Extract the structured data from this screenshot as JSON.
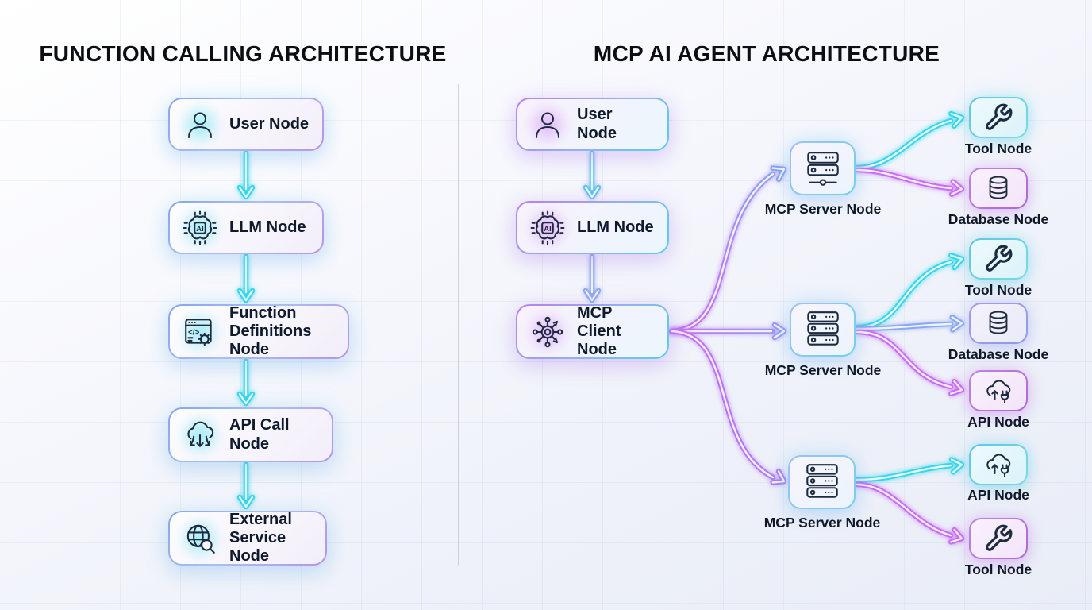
{
  "titles": {
    "left": "FUNCTION CALLING ARCHITECTURE",
    "right": "MCP AI AGENT ARCHITECTURE"
  },
  "left_flow": {
    "nodes": [
      {
        "label": "User Node",
        "icon": "user-icon"
      },
      {
        "label": "LLM Node",
        "icon": "ai-brain-chip-icon"
      },
      {
        "label": "Function Definitions Node",
        "icon": "code-window-gear-icon"
      },
      {
        "label": "API Call Node",
        "icon": "cloud-arrows-icon"
      },
      {
        "label": "External Service Node",
        "icon": "globe-search-icon"
      }
    ]
  },
  "right_flow": {
    "chain": [
      {
        "label": "User Node",
        "icon": "user-icon"
      },
      {
        "label": "LLM Node",
        "icon": "ai-brain-chip-icon"
      },
      {
        "label": "MCP Client Node",
        "icon": "network-hub-icon"
      }
    ],
    "servers": [
      {
        "label": "MCP Server Node",
        "icon": "server-rack-icon"
      },
      {
        "label": "MCP Server Node",
        "icon": "server-rack-icon"
      },
      {
        "label": "MCP Server Node",
        "icon": "server-rack-icon"
      }
    ],
    "leaves": [
      {
        "label": "Tool Node",
        "icon": "wrench-icon",
        "accent": "cyan"
      },
      {
        "label": "Database Node",
        "icon": "database-icon",
        "accent": "purple"
      },
      {
        "label": "Tool Node",
        "icon": "wrench-icon",
        "accent": "cyan"
      },
      {
        "label": "Database Node",
        "icon": "database-icon",
        "accent": "blue"
      },
      {
        "label": "API Node",
        "icon": "cloud-plug-icon",
        "accent": "purple"
      },
      {
        "label": "API Node",
        "icon": "cloud-plug-icon",
        "accent": "cyan"
      },
      {
        "label": "Tool Node",
        "icon": "wrench-icon",
        "accent": "purple"
      }
    ]
  },
  "glyphs": {
    "ai": "AI",
    "code": "</>"
  },
  "colors": {
    "arrow_cyan": "#38d6e9",
    "arrow_purple": "#c76ef1",
    "arrow_blue": "#8aa9f0",
    "icon_stroke": "#1d2b3f",
    "divider": "#c7cad3",
    "title_text": "#0c0e14",
    "label_text": "#101828"
  }
}
